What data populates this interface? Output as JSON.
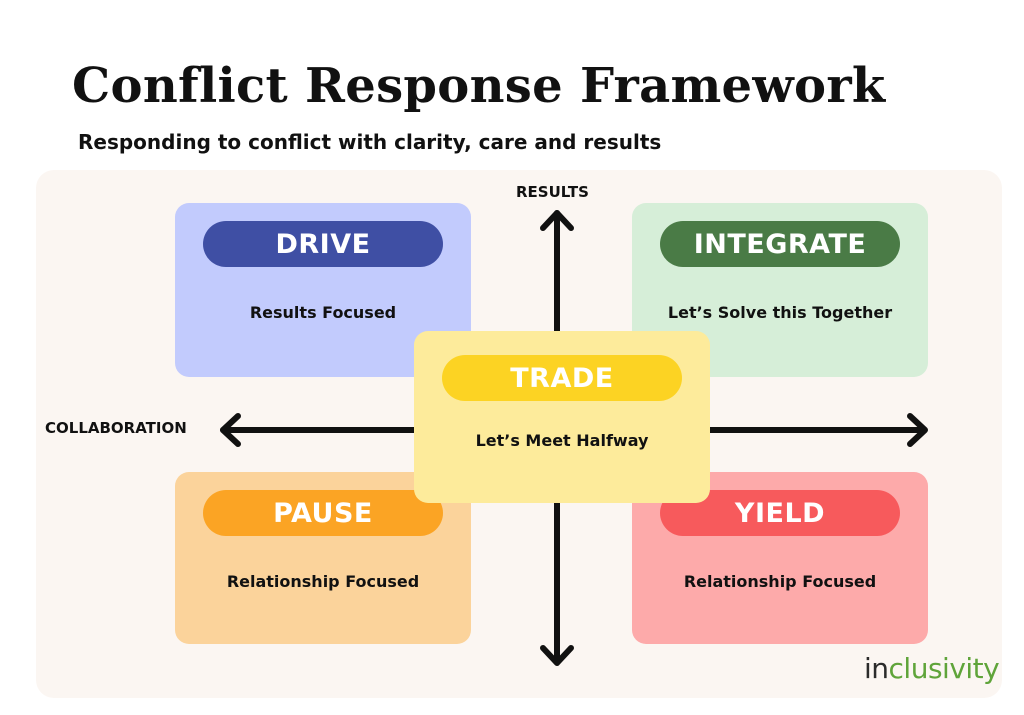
{
  "header": {
    "title": "Conflict Response Framework",
    "subtitle": "Responding to conflict with clarity, care and results"
  },
  "axes": {
    "vertical_label": "RESULTS",
    "horizontal_label": "COLLABORATION"
  },
  "quadrants": {
    "drive": {
      "label": "DRIVE",
      "description": "Results Focused",
      "pill_color": "#3f4fa4",
      "bg_color": "#c2cbfd"
    },
    "integrate": {
      "label": "INTEGRATE",
      "description": "Let’s Solve this Together",
      "pill_color": "#4a7b46",
      "bg_color": "#d6eed8"
    },
    "trade": {
      "label": "TRADE",
      "description": "Let’s Meet Halfway",
      "pill_color": "#fcd323",
      "bg_color": "#fdeb9b"
    },
    "pause": {
      "label": "PAUSE",
      "description": "Relationship Focused",
      "pill_color": "#fba424",
      "bg_color": "#fbd39b"
    },
    "yield": {
      "label": "YIELD",
      "description": "Relationship Focused",
      "pill_color": "#f75a5c",
      "bg_color": "#fdaaaa"
    }
  },
  "logo": {
    "prefix": "in",
    "accent": "clusivity",
    "accent_color": "#5fa43a"
  }
}
